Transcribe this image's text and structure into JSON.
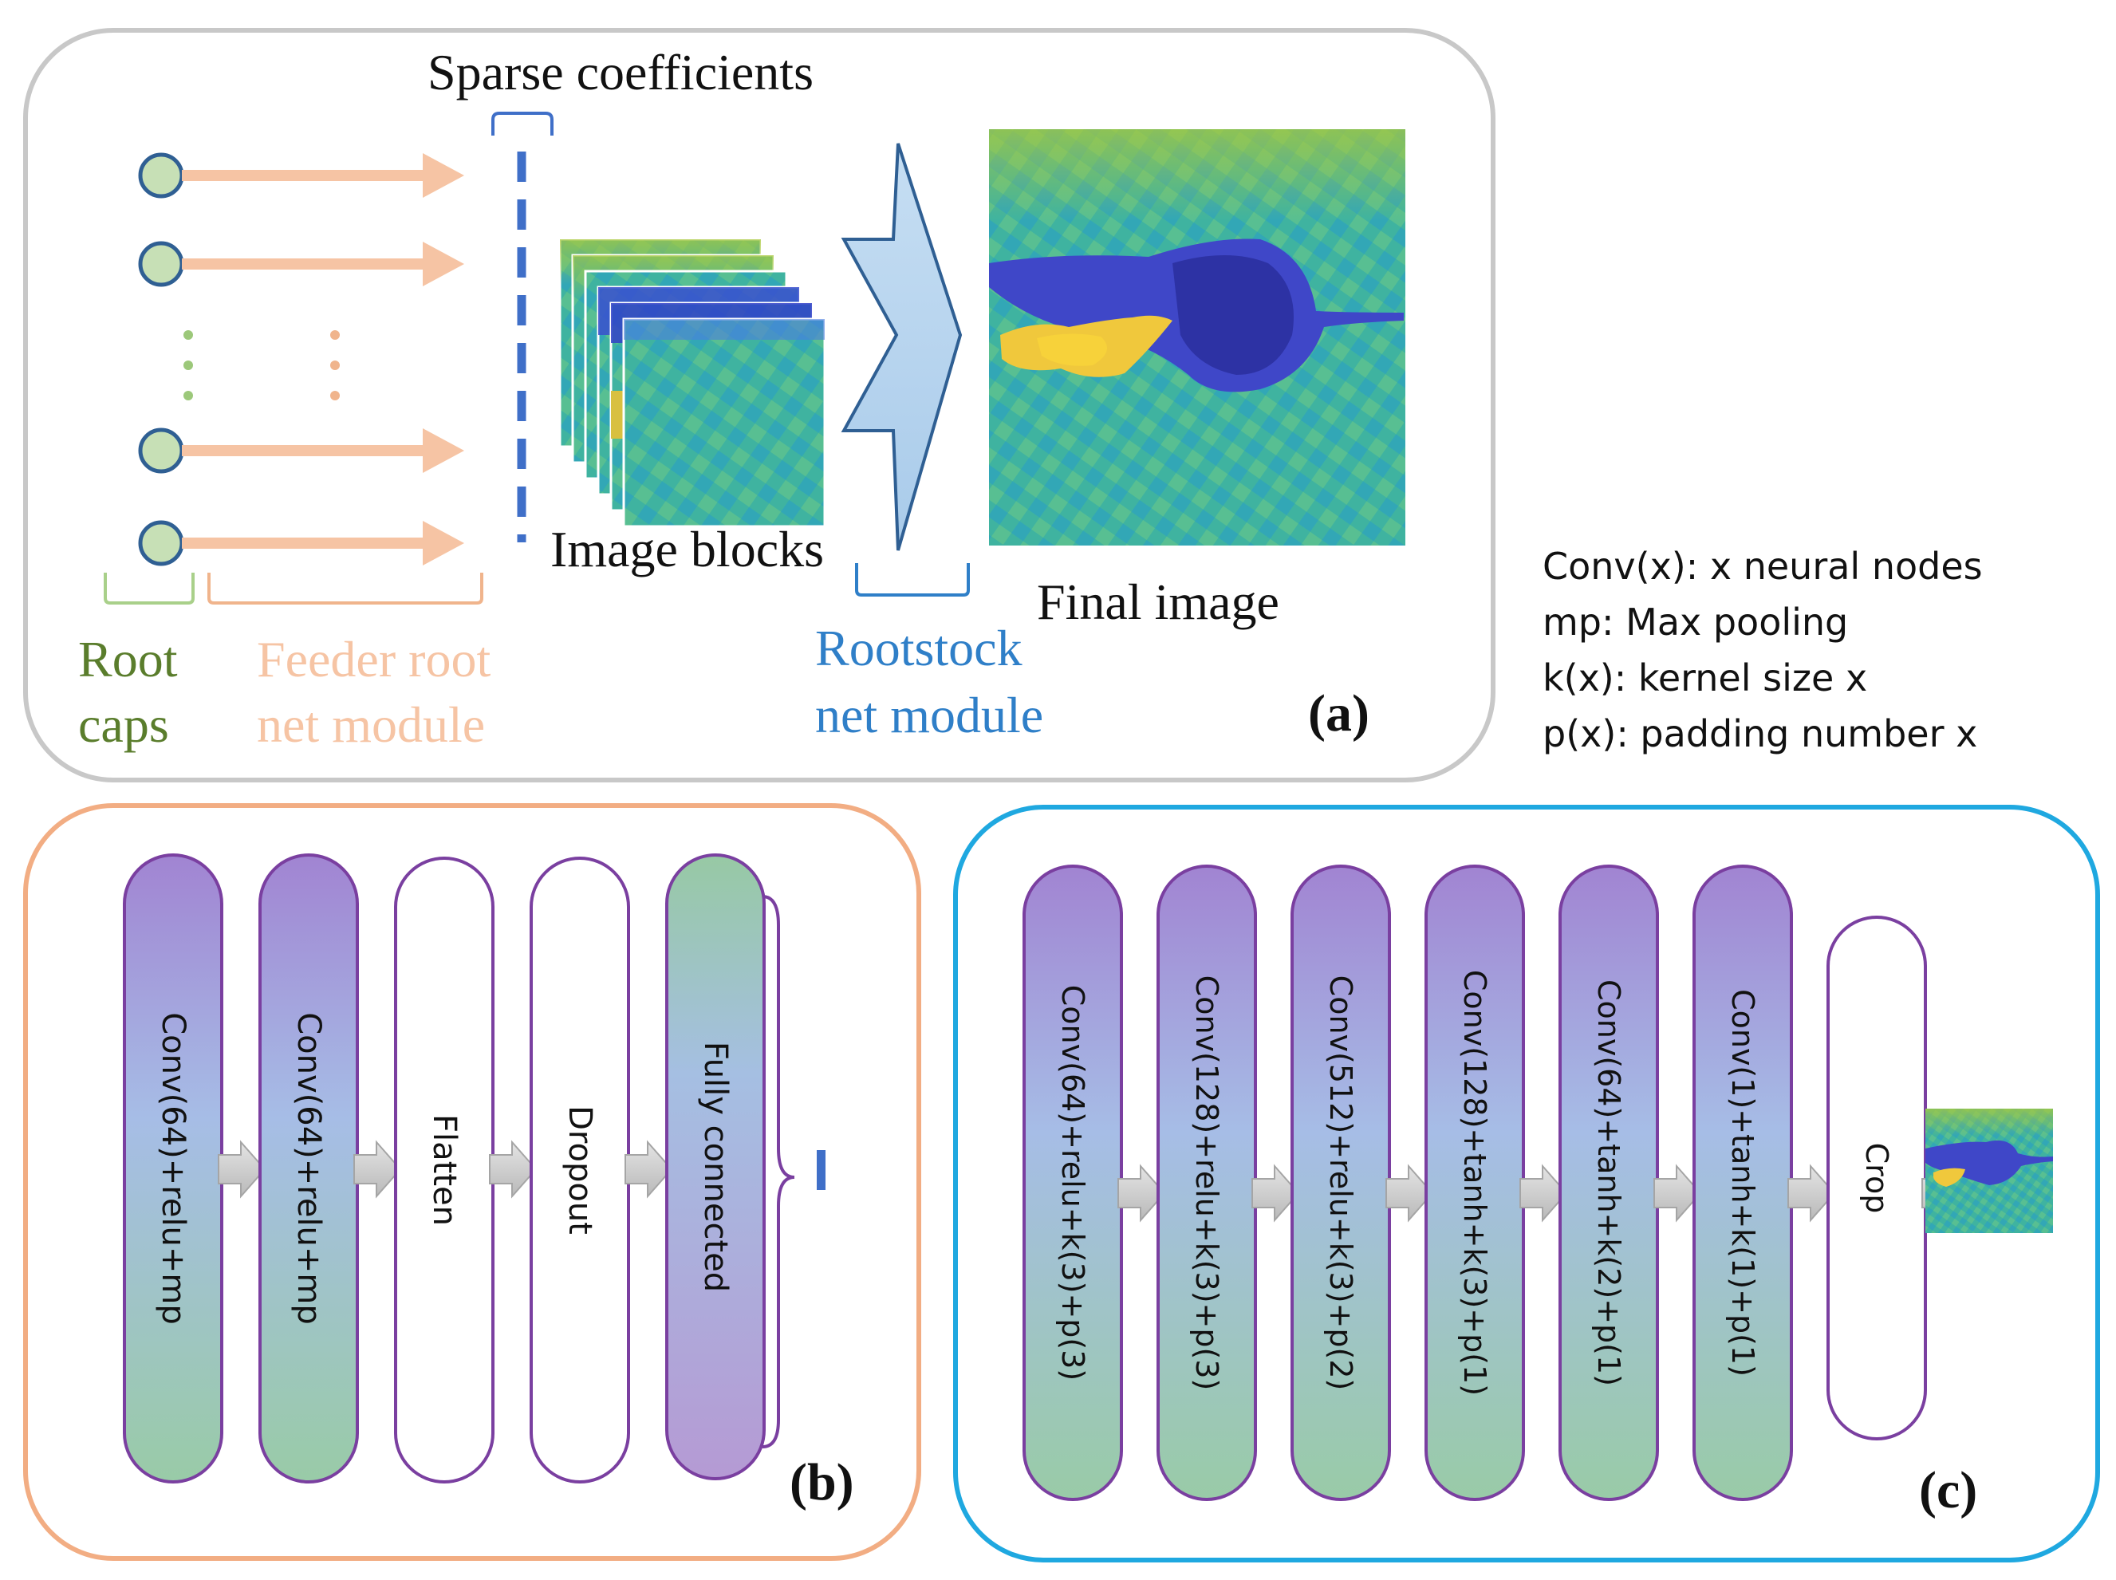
{
  "panel_a": {
    "label": "(a)",
    "sparse_label": "Sparse coefficients",
    "image_blocks_label": "Image blocks",
    "final_image_label": "Final image",
    "root_caps": [
      "Root",
      "caps"
    ],
    "feeder": [
      "Feeder root",
      "net module"
    ],
    "rootstock": [
      "Rootstock",
      "net module"
    ]
  },
  "legend": [
    "Conv(x): x neural nodes",
    "mp: Max pooling",
    "k(x): kernel size x",
    "p(x): padding number x"
  ],
  "panel_b": {
    "label": "(b)",
    "layers": [
      {
        "text": "Conv(64)+relu+mp",
        "style": "gradient-purple-green"
      },
      {
        "text": "Conv(64)+relu+mp",
        "style": "gradient-purple-green"
      },
      {
        "text": "Flatten",
        "style": "white"
      },
      {
        "text": "Dropout",
        "style": "white"
      },
      {
        "text": "Fully connected",
        "style": "gradient-green-purple"
      }
    ]
  },
  "panel_c": {
    "label": "(c)",
    "layers": [
      {
        "text": "Conv(64)+relu+k(3)+p(3)",
        "style": "gradient-purple-green"
      },
      {
        "text": "Conv(128)+relu+k(3)+p(3)",
        "style": "gradient-purple-green"
      },
      {
        "text": "Conv(512)+relu+k(3)+p(2)",
        "style": "gradient-purple-green"
      },
      {
        "text": "Conv(128)+tanh+k(3)+p(1)",
        "style": "gradient-purple-green"
      },
      {
        "text": "Conv(64)+tanh+k(2)+p(1)",
        "style": "gradient-purple-green"
      },
      {
        "text": "Conv(1)+tanh+k(1)+p(1)",
        "style": "gradient-purple-green"
      },
      {
        "text": "Crop",
        "style": "white"
      }
    ]
  },
  "colors": {
    "panel_a_border": "#c8c8c8",
    "panel_b_border": "#f2ad83",
    "panel_c_border": "#1fa8e0",
    "root_green": "#5a7d2c",
    "feeder_orange": "#f6c4a4",
    "rootstock_blue": "#2f7fc8",
    "dashed_blue": "#3f6fc8",
    "capsule_stroke": "#7a3fa0"
  }
}
